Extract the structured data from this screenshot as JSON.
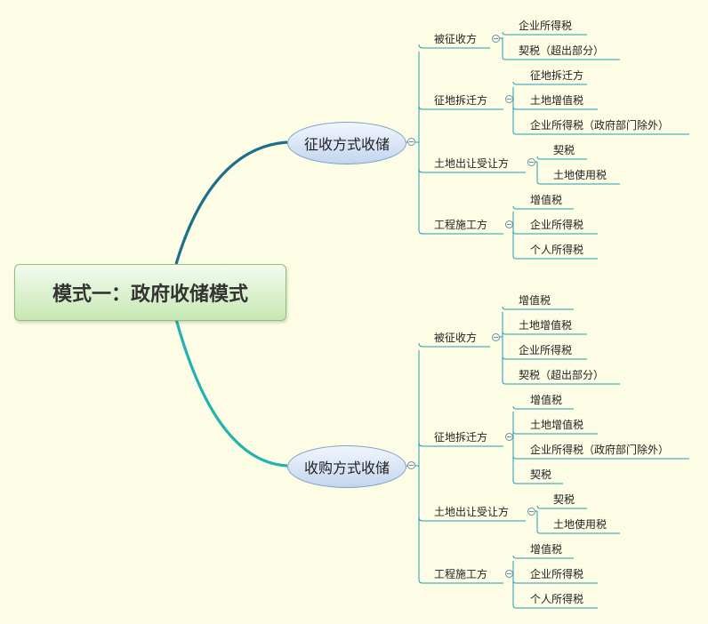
{
  "root": {
    "title": "模式一：政府收储模式"
  },
  "branches": [
    {
      "label": "征收方式收储",
      "groups": [
        {
          "label": "被征收方",
          "items": [
            "企业所得税",
            "契税（超出部分）"
          ]
        },
        {
          "label": "征地拆迁方",
          "items": [
            "征地拆迁方",
            "土地增值税",
            "企业所得税（政府部门除外）"
          ]
        },
        {
          "label": "土地出让受让方",
          "items": [
            "契税",
            "土地使用税"
          ]
        },
        {
          "label": "工程施工方",
          "items": [
            "增值税",
            "企业所得税",
            "个人所得税"
          ]
        }
      ]
    },
    {
      "label": "收购方式收储",
      "groups": [
        {
          "label": "被征收方",
          "items": [
            "增值税",
            "土地增值税",
            "企业所得税",
            "契税（超出部分）"
          ]
        },
        {
          "label": "征地拆迁方",
          "items": [
            "增值税",
            "土地增值税",
            "企业所得税（政府部门除外）",
            "契税"
          ]
        },
        {
          "label": "土地出让受让方",
          "items": [
            "契税",
            "土地使用税"
          ]
        },
        {
          "label": "工程施工方",
          "items": [
            "增值税",
            "企业所得税",
            "个人所得税"
          ]
        }
      ]
    }
  ]
}
